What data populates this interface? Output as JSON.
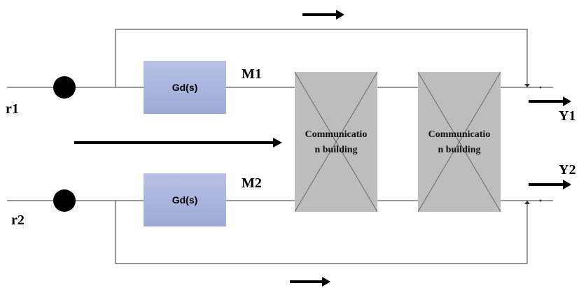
{
  "signals": {
    "r1": "r1",
    "r2": "r2",
    "m1": "M1",
    "m2": "M2",
    "y1": "Y1",
    "y2": "Y2"
  },
  "blocks": {
    "gd_top": "Gd(s)",
    "gd_bottom": "Gd(s)",
    "comm1_line1": "Communicatio",
    "comm1_line2": "n building",
    "comm2_line1": "Communicatio",
    "comm2_line2": "n building"
  },
  "colors": {
    "gd_fill": "#a9b4da",
    "comm_fill": "#bdbdbd",
    "line": "#333333"
  }
}
